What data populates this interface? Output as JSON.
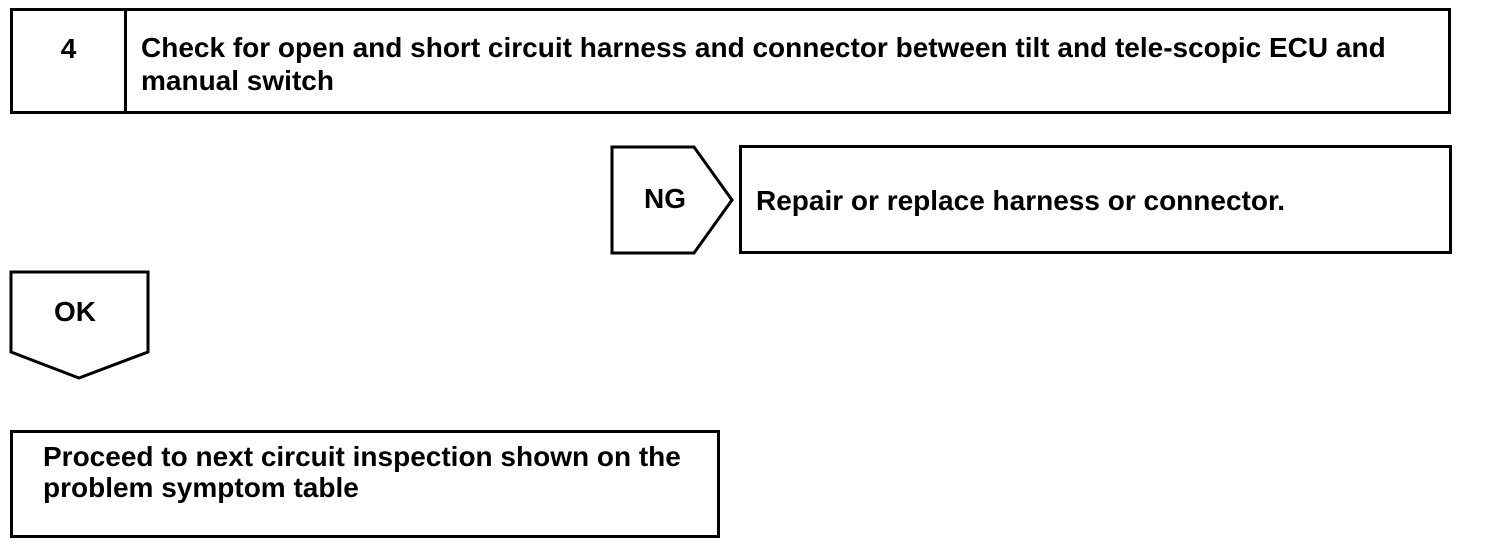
{
  "step": {
    "number": "4",
    "title": "Check for open and short circuit harness and connector between tilt and tele-scopic ECU and manual switch"
  },
  "ng_branch": {
    "label": "NG",
    "action": "Repair or replace harness or connector."
  },
  "ok_branch": {
    "label": "OK",
    "action": "Proceed to next circuit inspection shown on the problem symptom table"
  }
}
